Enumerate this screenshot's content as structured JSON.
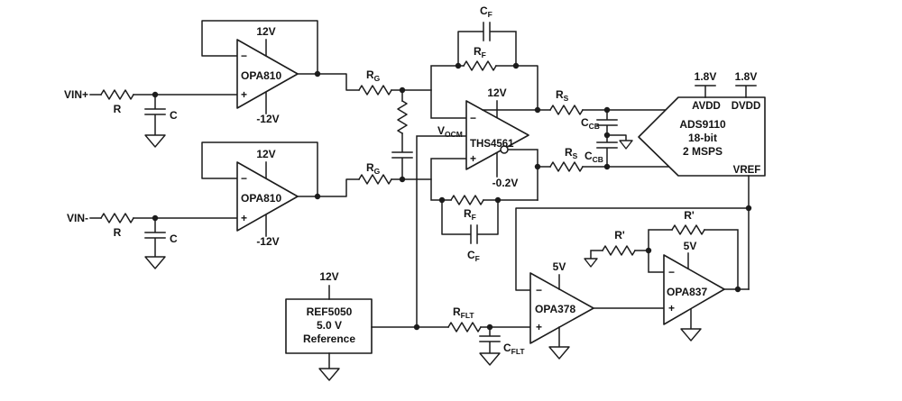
{
  "diagram": {
    "inputs": {
      "vin_p": "VIN+",
      "vin_n": "VIN-",
      "r": "R",
      "c": "C"
    },
    "buffer_top": {
      "name": "OPA810",
      "vpos": "12V",
      "vneg": "-12V"
    },
    "buffer_bottom": {
      "name": "OPA810",
      "vpos": "12V",
      "vneg": "-12V"
    },
    "gain": {
      "rg_m": "R",
      "rg_s": "G"
    },
    "fda": {
      "name": "THS4561",
      "vpos": "12V",
      "vneg": "-0.2V",
      "vocm_m": "V",
      "vocm_s": "OCM",
      "rf_m": "R",
      "rf_s": "F",
      "cf_m": "C",
      "cf_s": "F"
    },
    "adc_front": {
      "rs_m": "R",
      "rs_s": "S",
      "ccb_m": "C",
      "ccb_s": "CB"
    },
    "adc": {
      "name": "ADS9110",
      "resolution": "18-bit",
      "rate": "2 MSPS",
      "avdd": "AVDD",
      "dvdd": "DVDD",
      "vref": "VREF",
      "avdd_v": "1.8V",
      "dvdd_v": "1.8V"
    },
    "reference": {
      "name": "REF5050",
      "voltage": "5.0 V",
      "label": "Reference",
      "supply": "12V"
    },
    "ref_filter": {
      "rflt_m": "R",
      "rflt_s": "FLT",
      "cflt_m": "C",
      "cflt_s": "FLT"
    },
    "ref_buffer": {
      "name": "OPA378",
      "supply": "5V"
    },
    "ref_gain": {
      "name": "OPA837",
      "supply": "5V",
      "r_prime": "R'"
    },
    "sym": {
      "minus": "−",
      "plus": "+"
    }
  }
}
